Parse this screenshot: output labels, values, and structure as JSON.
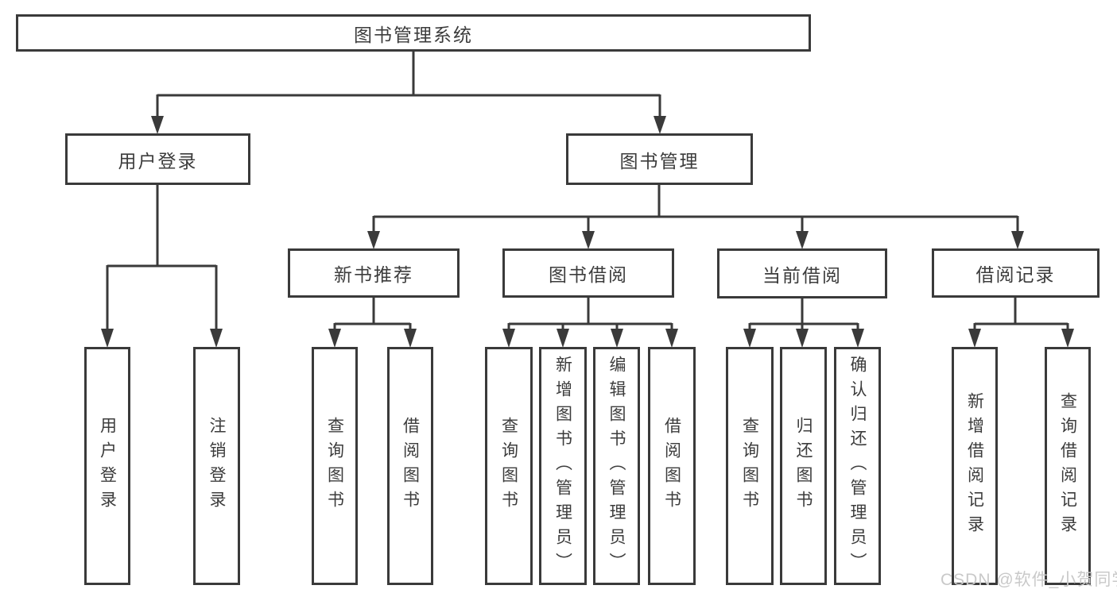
{
  "colors": {
    "line": "#3a3a3a",
    "box_border": "#3a3a3a",
    "text": "#3c3c3c",
    "background": "#ffffff",
    "watermark": "#c9c9c9"
  },
  "diagram_type": "functional structure tree",
  "tree": {
    "root": {
      "label": "图书管理系统"
    },
    "branches": [
      {
        "label": "用户登录",
        "children": [
          {
            "label": "用户登录"
          },
          {
            "label": "注销登录"
          }
        ]
      },
      {
        "label": "图书管理",
        "children": [
          {
            "label": "新书推荐",
            "children": [
              {
                "label": "查询图书"
              },
              {
                "label": "借阅图书"
              }
            ]
          },
          {
            "label": "图书借阅",
            "children": [
              {
                "label": "查询图书"
              },
              {
                "label": "新增图书（管理员）"
              },
              {
                "label": "编辑图书（管理员）"
              },
              {
                "label": "借阅图书"
              }
            ]
          },
          {
            "label": "当前借阅",
            "children": [
              {
                "label": "查询图书"
              },
              {
                "label": "归还图书"
              },
              {
                "label": "确认归还（管理员）"
              }
            ]
          },
          {
            "label": "借阅记录",
            "children": [
              {
                "label": "新增借阅记录"
              },
              {
                "label": "查询借阅记录"
              }
            ]
          }
        ]
      }
    ]
  },
  "watermark": "CSDN @软件_小贺同学"
}
